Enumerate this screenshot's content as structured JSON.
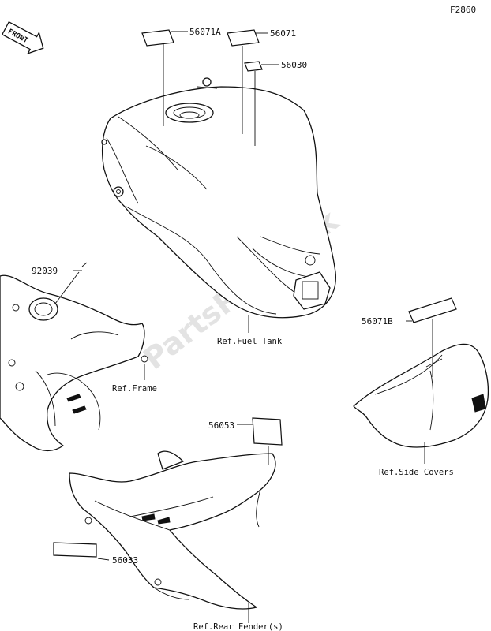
{
  "figure_code": "F2860",
  "front_arrow_text": "FRONT",
  "watermark": "PartsRepublik",
  "parts": {
    "p56071A": "56071A",
    "p56071": "56071",
    "p56030": "56030",
    "p92039": "92039",
    "p56071B": "56071B",
    "p56053": "56053",
    "p56033": "56033"
  },
  "references": {
    "fuel_tank": "Ref.Fuel Tank",
    "frame": "Ref.Frame",
    "side_covers": "Ref.Side Covers",
    "rear_fender": "Ref.Rear Fender(s)"
  }
}
